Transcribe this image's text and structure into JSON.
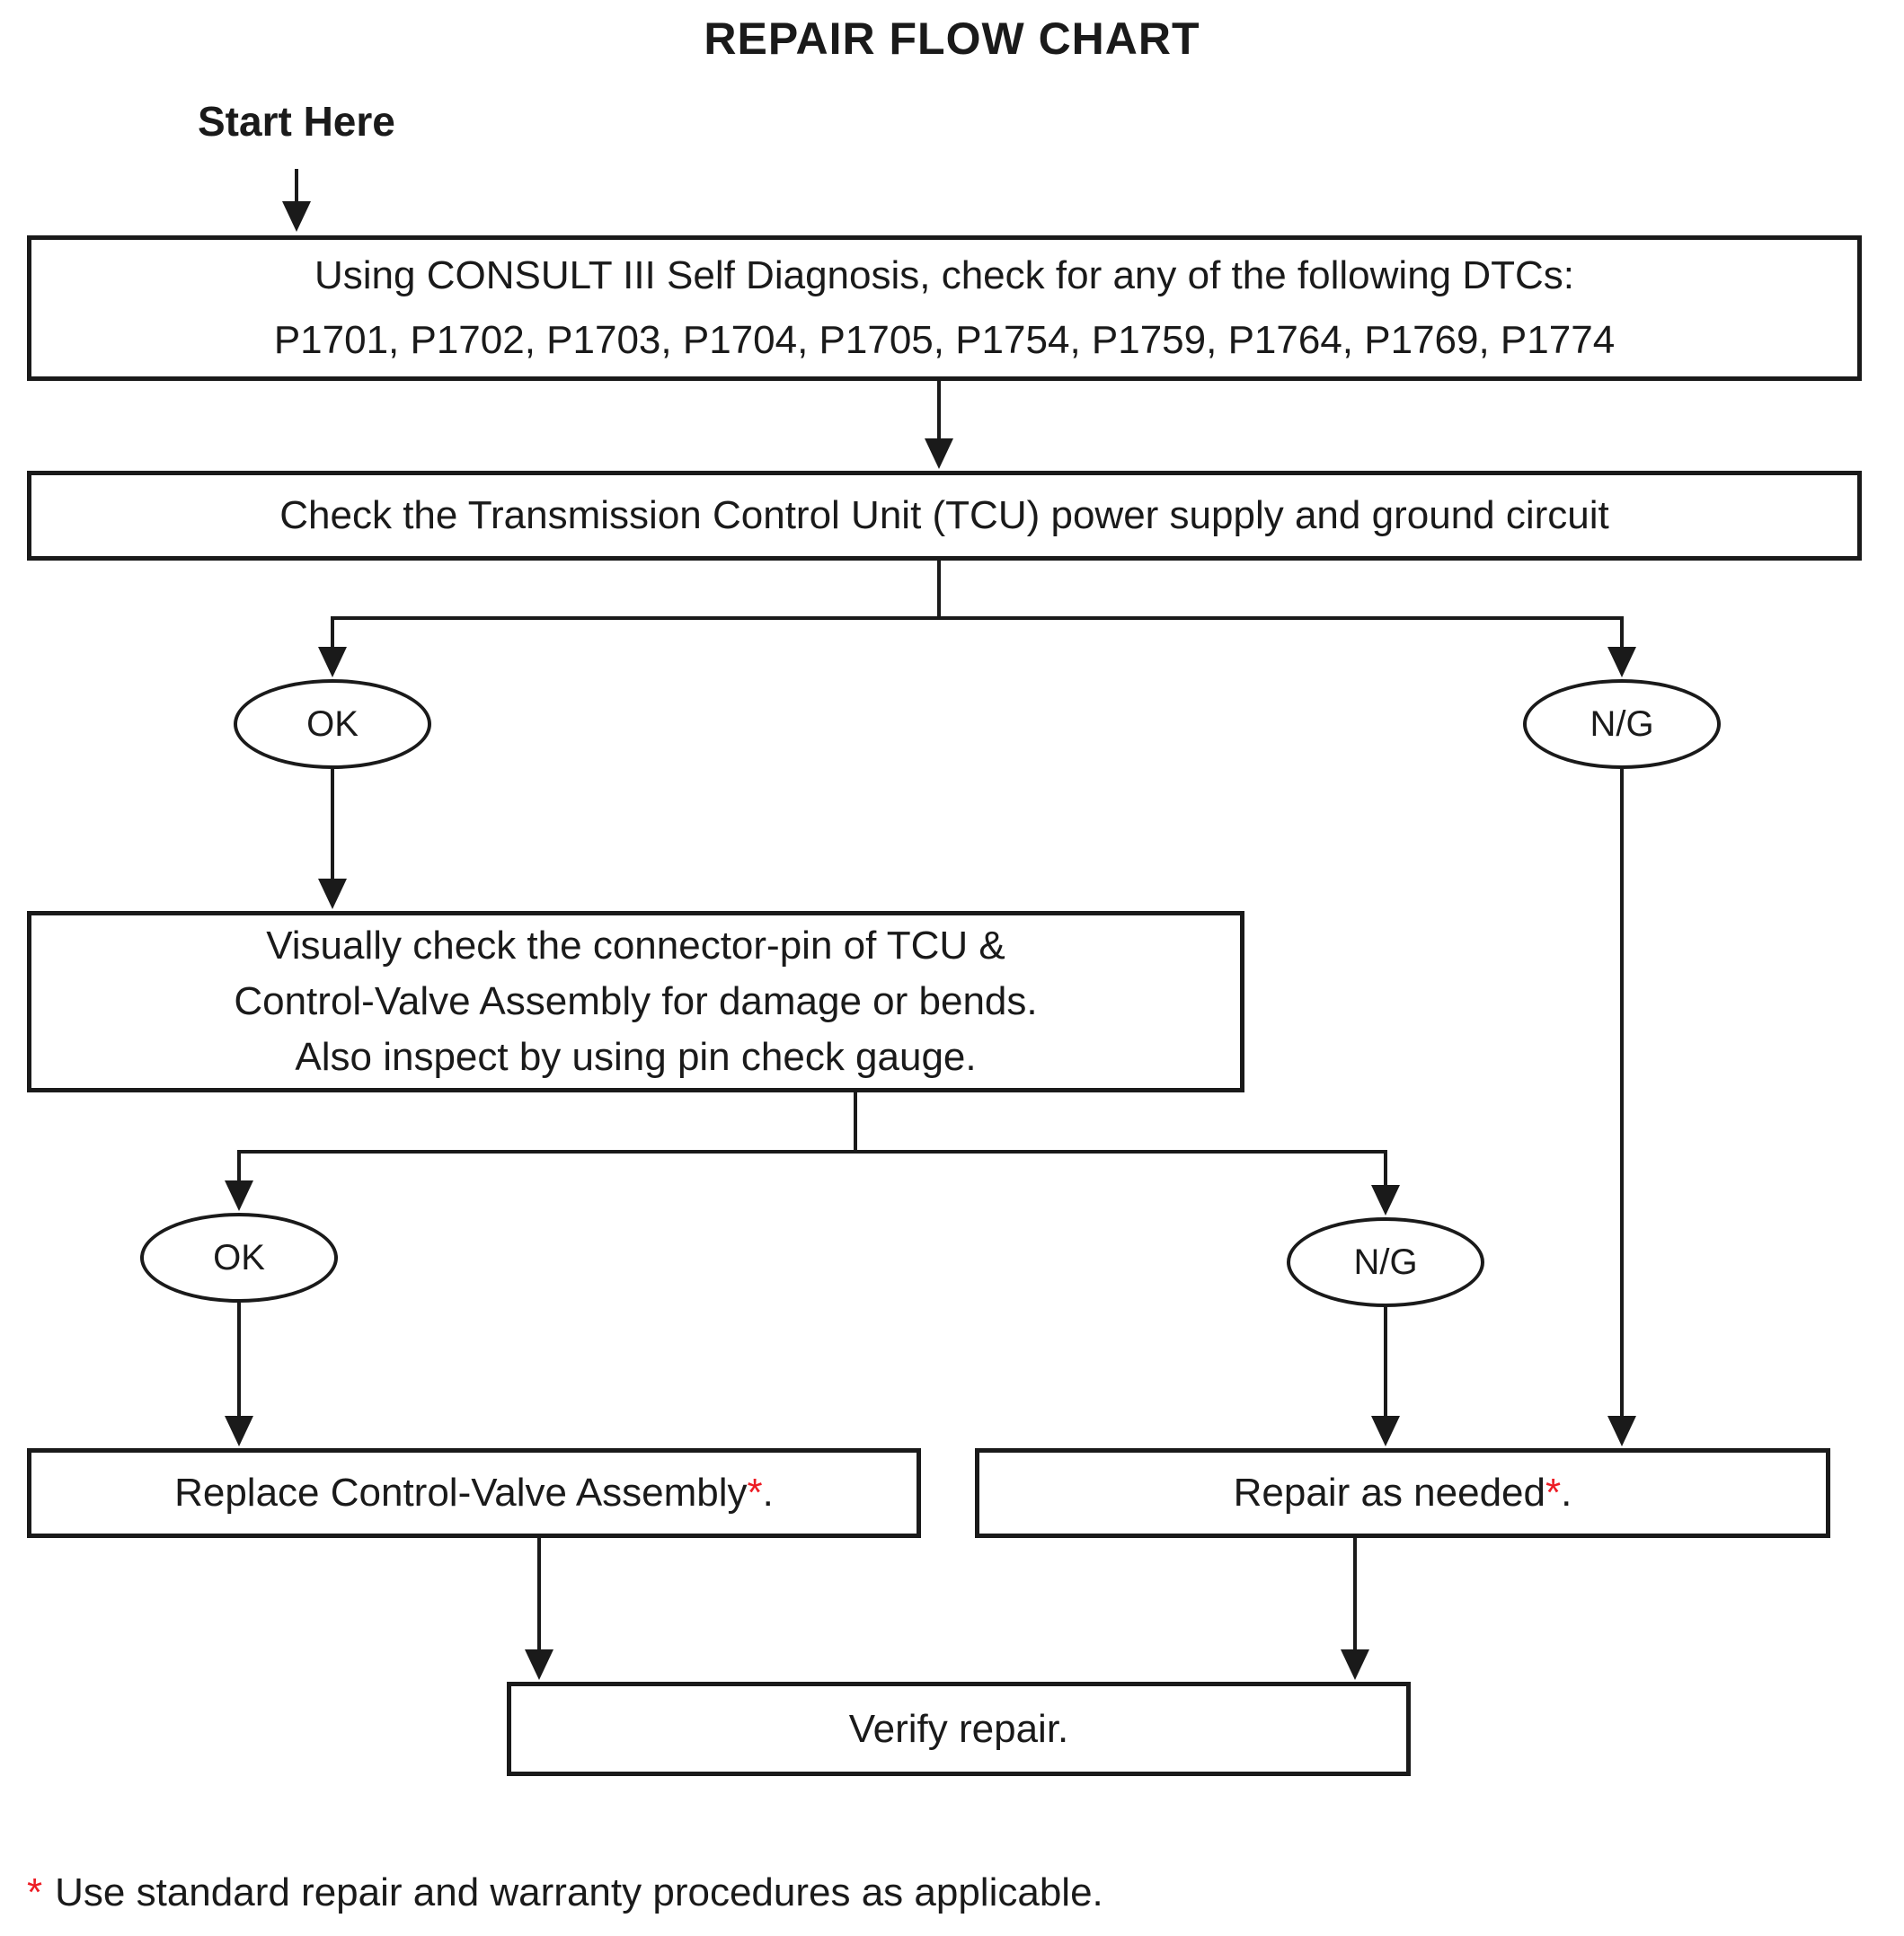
{
  "title": "REPAIR FLOW CHART",
  "start": {
    "label": "Start Here"
  },
  "colors": {
    "text": "#1a1a1a",
    "asterisk_red": "#ed1c24",
    "background": "#ffffff"
  },
  "flow": {
    "box1": {
      "line1": "Using CONSULT III Self Diagnosis, check for any of the following DTCs:",
      "line2": "P1701, P1702, P1703, P1704, P1705, P1754, P1759, P1764, P1769, P1774"
    },
    "box2": {
      "label": "Check the Transmission Control Unit (TCU) power supply and ground circuit"
    },
    "ok1": {
      "label": "OK"
    },
    "ng1": {
      "label": "N/G"
    },
    "box3": {
      "line1": "Visually check the connector-pin of TCU &",
      "line2": "Control-Valve Assembly for damage or bends.",
      "line3": "Also inspect by using pin check gauge."
    },
    "ok2": {
      "label": "OK"
    },
    "ng2": {
      "label": "N/G"
    },
    "box4": {
      "label": "Replace Control-Valve Assembly",
      "asterisk": "*",
      "suffix": "."
    },
    "box5": {
      "label": "Repair as needed",
      "asterisk": "*",
      "suffix": "."
    },
    "box6": {
      "label": "Verify repair."
    }
  },
  "footnote": {
    "asterisk": "*",
    "text": "Use standard repair and warranty procedures as applicable."
  }
}
